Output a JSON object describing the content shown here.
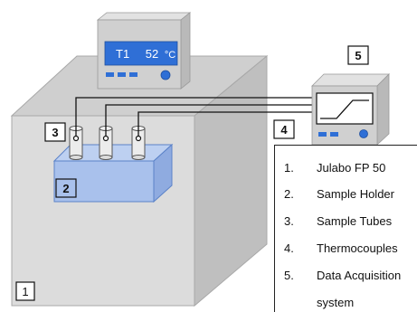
{
  "controller": {
    "display_label": "T1",
    "display_value": "52",
    "display_unit": "°C"
  },
  "callouts": [
    {
      "id": "1",
      "label": "1"
    },
    {
      "id": "2",
      "label": "2"
    },
    {
      "id": "3",
      "label": "3"
    },
    {
      "id": "4",
      "label": "4"
    },
    {
      "id": "5",
      "label": "5"
    }
  ],
  "legend": {
    "items": [
      {
        "number": "1.",
        "text": "Julabo FP 50"
      },
      {
        "number": "2.",
        "text": "Sample Holder"
      },
      {
        "number": "3.",
        "text": "Sample Tubes"
      },
      {
        "number": "4.",
        "text": "Thermocouples"
      },
      {
        "number": "5.",
        "text": "Data Acquisition"
      }
    ],
    "continuation": "system"
  },
  "colors": {
    "bath_front": "#dcdcdc",
    "bath_side": "#bfbfbf",
    "bath_top": "#cfcfcf",
    "controller_body": "#d0d0d0",
    "display_screen": "#2f6fd6",
    "display_text": "#ffffff",
    "holder_fill": "#a9c1ec",
    "holder_stroke": "#5b82c8",
    "wire": "#111111",
    "daq_screen": "#ffffff",
    "daq_button": "#2f6fd6"
  }
}
